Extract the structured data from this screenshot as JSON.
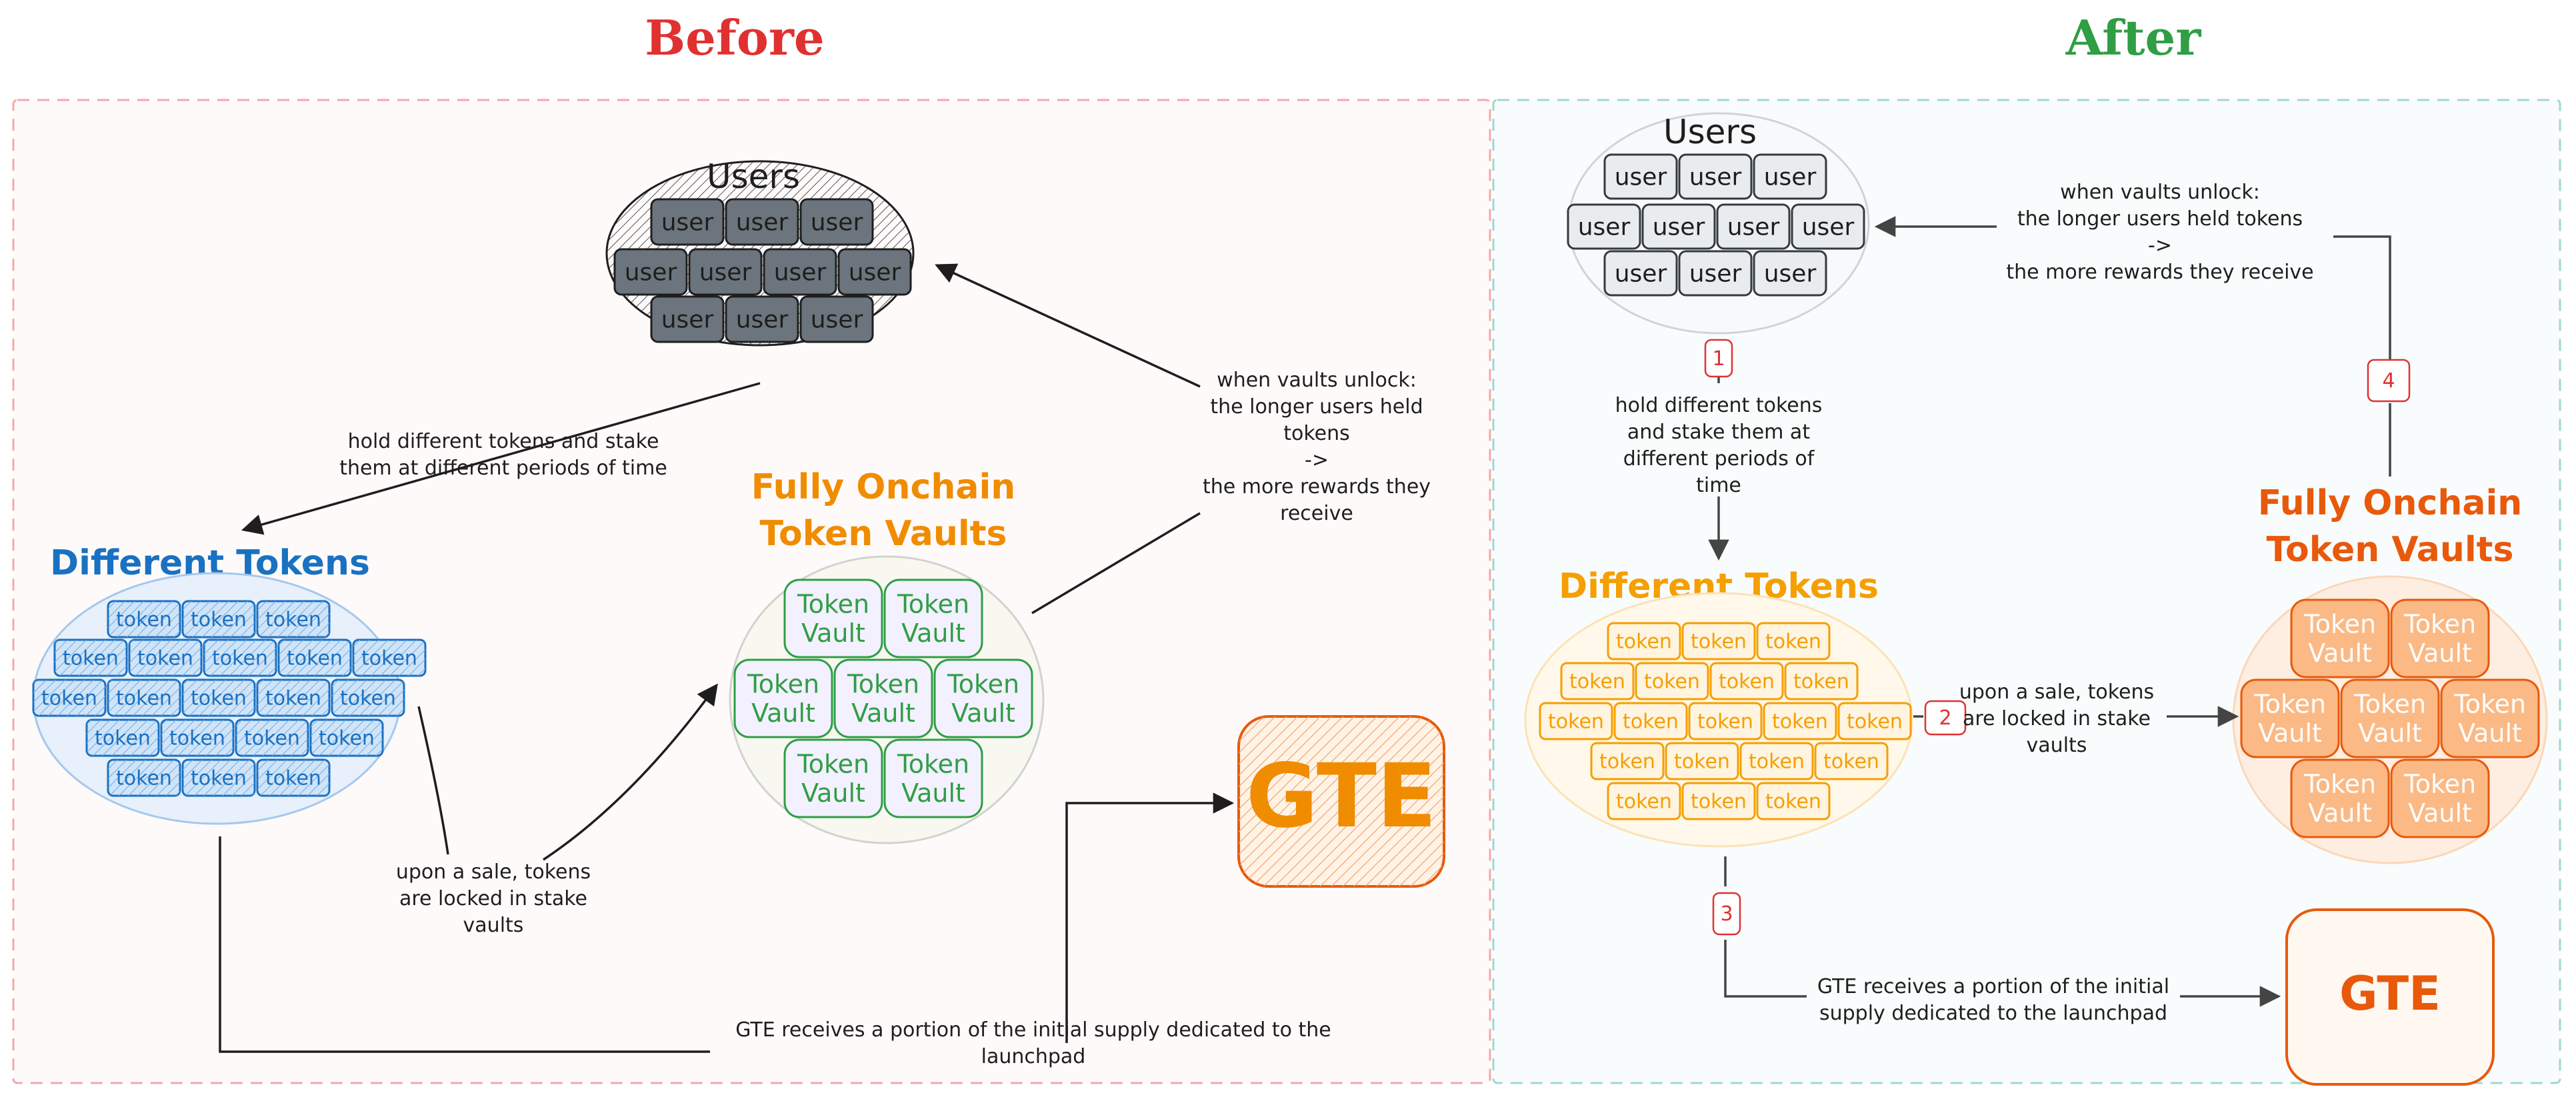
{
  "colors": {
    "before": "#e03131",
    "after": "#2f9e44",
    "users_dark": "#6c757d",
    "users_light": "#e9ecef",
    "tokens_blue": "#1971c2",
    "tokens_orange": "#f59f00",
    "vaults_green": "#2f9e44",
    "vaults_orange": "#e8590c",
    "gte_orange": "#e8590c",
    "step_badge": "#e03131"
  },
  "before": {
    "title": "Before",
    "users_title": "Users",
    "user_label": "user",
    "tokens_title": "Different Tokens",
    "token_label": "token",
    "vaults_title": [
      "Fully Onchain",
      "Token Vaults"
    ],
    "vault_label": [
      "Token",
      "Vault"
    ],
    "gte_label": "GTE",
    "annot_hold": [
      "hold different tokens and stake",
      "them at different periods of time"
    ],
    "annot_unlock": [
      "when vaults unlock:",
      "the longer users held",
      "tokens",
      "->",
      "the more rewards they",
      "receive"
    ],
    "annot_sale": [
      "upon a sale, tokens",
      "are locked in stake",
      "vaults"
    ],
    "annot_gte": [
      "GTE receives a portion of the initial supply dedicated to the",
      "launchpad"
    ]
  },
  "after": {
    "title": "After",
    "users_title": "Users",
    "user_label": "user",
    "tokens_title": "Different Tokens",
    "token_label": "token",
    "vaults_title": [
      "Fully Onchain",
      "Token Vaults"
    ],
    "vault_label": [
      "Token",
      "Vault"
    ],
    "gte_label": "GTE",
    "step1": "1",
    "step2": "2",
    "step3": "3",
    "step4": "4",
    "annot_hold": [
      "hold different tokens",
      "and stake them at",
      "different periods of",
      "time"
    ],
    "annot_unlock": [
      "when vaults unlock:",
      "the longer users held tokens",
      "->",
      "the more rewards they receive"
    ],
    "annot_sale": [
      "upon a sale, tokens",
      "are locked in stake",
      "vaults"
    ],
    "annot_gte": [
      "GTE receives a portion of the initial",
      "supply dedicated to the launchpad"
    ]
  }
}
